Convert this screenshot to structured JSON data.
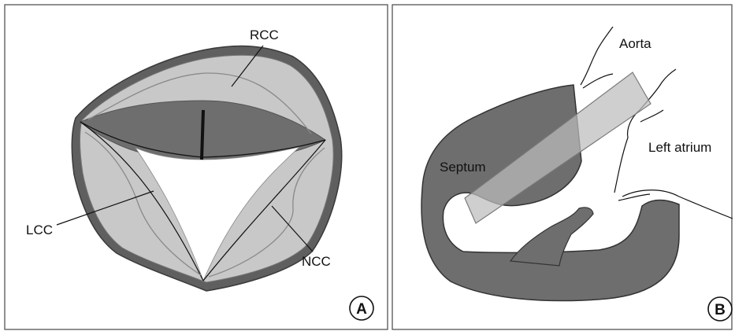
{
  "panel_a": {
    "badge": "A",
    "labels": {
      "rcc": "RCC",
      "lcc": "LCC",
      "ncc": "NCC"
    }
  },
  "panel_b": {
    "badge": "B",
    "labels": {
      "aorta": "Aorta",
      "left_atrium": "Left atrium",
      "septum": "Septum"
    }
  }
}
